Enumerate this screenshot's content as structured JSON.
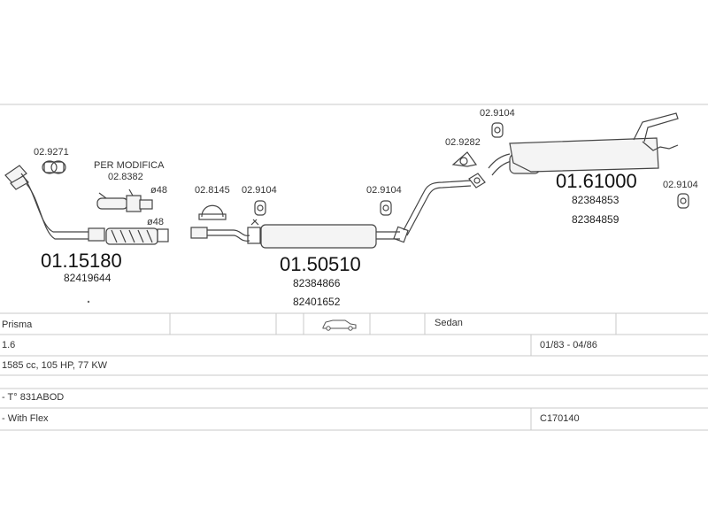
{
  "parts": {
    "clamp_a": "02.9271",
    "note_line1": "PER  MODIFICA",
    "note_part": "02.8382",
    "dia_top": "ø48",
    "dia_bottom": "ø48",
    "front_pipe_code": "01.15180",
    "front_pipe_oem": "82419644",
    "clamp_b": "02.8145",
    "mount_a": "02.9104",
    "mount_b": "02.9104",
    "middle_code": "01.50510",
    "middle_oem_1": "82384866",
    "middle_oem_2": "82401652",
    "gasket": "02.9282",
    "mount_c": "02.9104",
    "rear_code": "01.61000",
    "rear_oem_1": "82384853",
    "rear_oem_2": "82384859",
    "mount_d": "02.9104"
  },
  "table": {
    "model": "Prisma",
    "body": "Sedan",
    "engine": "1.6",
    "years": "01/83 - 04/86",
    "specs": "1585 cc, 105 HP, 77 KW",
    "note1": "- T° 831ABOD",
    "note2": "- With Flex",
    "code": "C170140",
    "car_icon": "sedan-car-icon"
  }
}
